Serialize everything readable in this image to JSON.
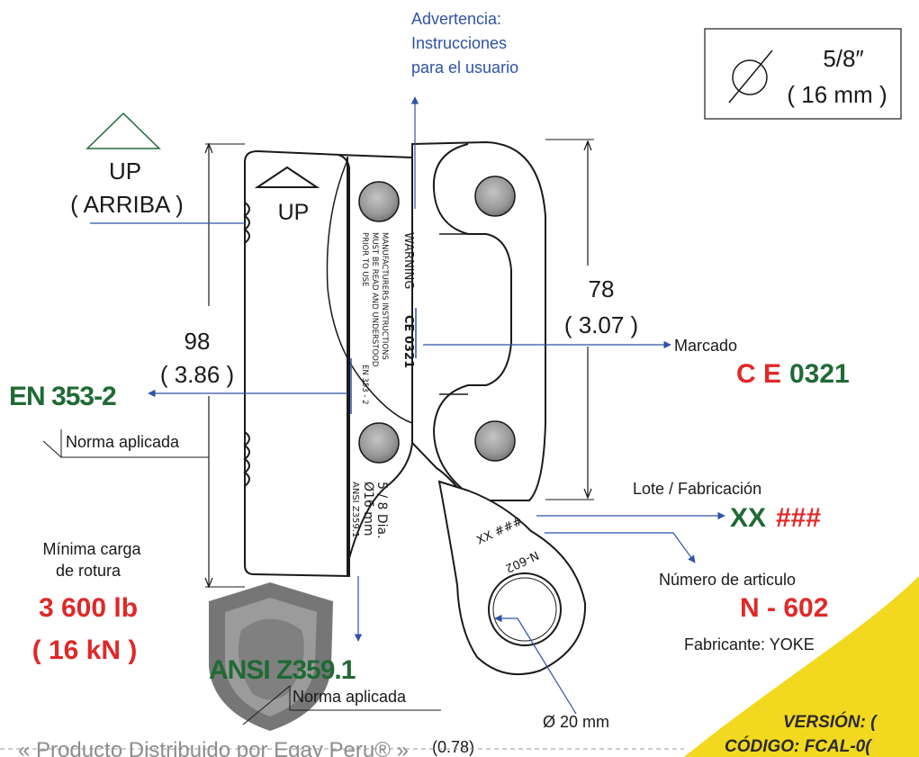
{
  "colors": {
    "blue_line": "#2f52a8",
    "red": "#e02828",
    "green": "#1f6a35",
    "bolt_gray": "#9a9a9a",
    "yellow": "#f2d81f",
    "ink": "#1a1a1a"
  },
  "warning_link": {
    "line1": "Advertencia:",
    "line2": "Instrucciones",
    "line3": "para el usuario"
  },
  "diameter_box": {
    "symbol": "∅",
    "inch": "5/8″",
    "mm": "( 16 mm )"
  },
  "up_label": {
    "text": "UP",
    "translation": "( ARRIBA )",
    "body_text": "UP"
  },
  "dim_height": {
    "value": "98",
    "inch": "( 3.86 )"
  },
  "dim_hole_span": {
    "value": "78",
    "inch": "( 3.07 )"
  },
  "device_text": {
    "warning": "WARNING",
    "instr1": "MANUFACTURERS  INSTRUCTIONS",
    "instr2": "MUST BE READ  AND  UNDERSTOOD",
    "instr3": "PRIOR TO USE",
    "ce": "CE 0321",
    "en": "EN 353 - 2",
    "dia1": "5 / 8 Dia.",
    "dia2": "Ø16 mm",
    "ansi": "ANSI Z359.1",
    "lot": "XX ###",
    "part": "N-602"
  },
  "en_norm": {
    "code": "EN 353-2",
    "caption": "Norma aplicada"
  },
  "marking": {
    "label": "Marcado",
    "ce_letters": "C E",
    "ce_number": "0321"
  },
  "lot": {
    "label": "Lote / Fabricación",
    "xx": "XX",
    "hash": "###"
  },
  "article": {
    "label": "Número de articulo",
    "code": "N - 602",
    "maker": "Fabricante: YOKE"
  },
  "breaking_load": {
    "label1": "Mínima carga",
    "label2": "de rotura",
    "lb": "3 600 lb",
    "kn": "( 16 kN )"
  },
  "ansi_norm": {
    "code": "ANSI Z359.1",
    "caption": "Norma aplicada"
  },
  "eye_diameter": {
    "mm": "Ø 20 mm",
    "inch": "(0.78)"
  },
  "footer": {
    "distributor": "« Producto Distribuido por Egay Peru® »",
    "version": "VERSIÓN: (",
    "code": "CÓDIGO: FCAL-0("
  }
}
